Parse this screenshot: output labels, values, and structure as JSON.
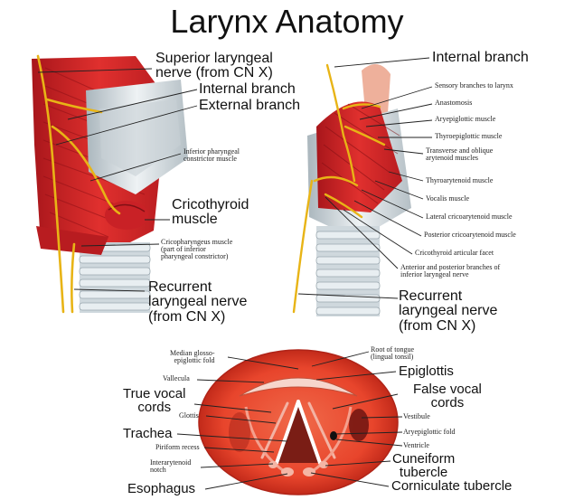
{
  "title": "Larynx Anatomy",
  "left_panel": {
    "superior_laryngeal_nerve": "Superior laryngeal\nnerve (from CN X)",
    "internal_branch": "Internal branch",
    "external_branch": "External branch",
    "inferior_pharyngeal_constrictor": "Inferior pharyngeal\nconstrictor muscle",
    "cricothyroid_muscle": "Cricothyroid\nmuscle",
    "cricopharyngeus": "Cricopharyngeus muscle\n(part of inferior\npharyngeal constrictor)",
    "recurrent_laryngeal_nerve": "Recurrent\nlaryngeal nerve\n(from CN X)"
  },
  "right_panel": {
    "internal_branch": "Internal branch",
    "sensory_branches": "Sensory branches to larynx",
    "anastomosis": "Anastomosis",
    "aryepiglottic_muscle": "Aryepiglottic muscle",
    "thyroepiglottic_muscle": "Thyroepiglottic muscle",
    "transverse_oblique": "Transverse and oblique\narytenoid muscles",
    "thyroarytenoid": "Thyroarytenoid muscle",
    "vocalis": "Vocalis muscle",
    "lateral_cricoarytenoid": "Lateral cricoarytenoid muscle",
    "posterior_cricoarytenoid": "Posterior cricoarytenoid muscle",
    "cricothyroid_facet": "Cricothyroid articular facet",
    "anterior_posterior_branches": "Anterior and posterior branches of\ninferior laryngeal nerve",
    "recurrent_laryngeal_nerve": "Recurrent\nlaryngeal nerve\n(from CN X)"
  },
  "bottom_panel": {
    "median_glosso": "Median glosso-\nepiglottic fold",
    "root_of_tongue": "Root of tongue\n(lingual tonsil)",
    "vallecula": "Vallecula",
    "epiglottis": "Epiglottis",
    "true_vocal_cords": "True vocal\ncords",
    "false_vocal_cords": "False vocal\ncords",
    "vestibule": "Vestibule",
    "glottis": "Glottis",
    "aryepiglottic_fold": "Aryepiglottic fold",
    "trachea": "Trachea",
    "ventricle": "Ventricle",
    "piriform_recess": "Piriform recess",
    "interarytenoid_notch": "Interarytenoid\nnotch",
    "cuneiform_tubercle": "Cuneiform\ntubercle",
    "esophagus": "Esophagus",
    "corniculate_tubercle": "Corniculate tubercle"
  },
  "colors": {
    "muscle": "#d8282a",
    "muscle_dark": "#a0141a",
    "nerve": "#e8b416",
    "cartilage": "#dfe6ea",
    "mucosa": "#e8452c"
  }
}
